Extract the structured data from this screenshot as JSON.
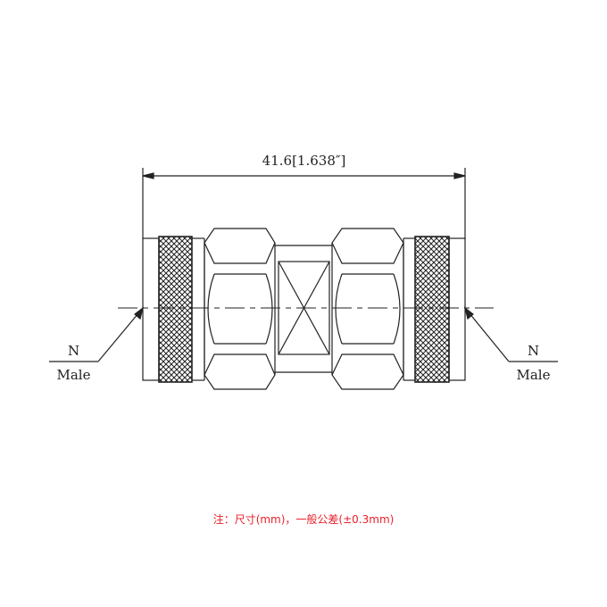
{
  "dimension": {
    "overall_length": "41.6[1.638″]"
  },
  "left_end": {
    "gender_line1": "N",
    "gender_line2": "Male"
  },
  "right_end": {
    "gender_line1": "N",
    "gender_line2": "Male"
  },
  "note": "注：尺寸(mm)，一般公差(±0.3mm)",
  "colors": {
    "line": "#222222",
    "note": "#e8202a"
  }
}
